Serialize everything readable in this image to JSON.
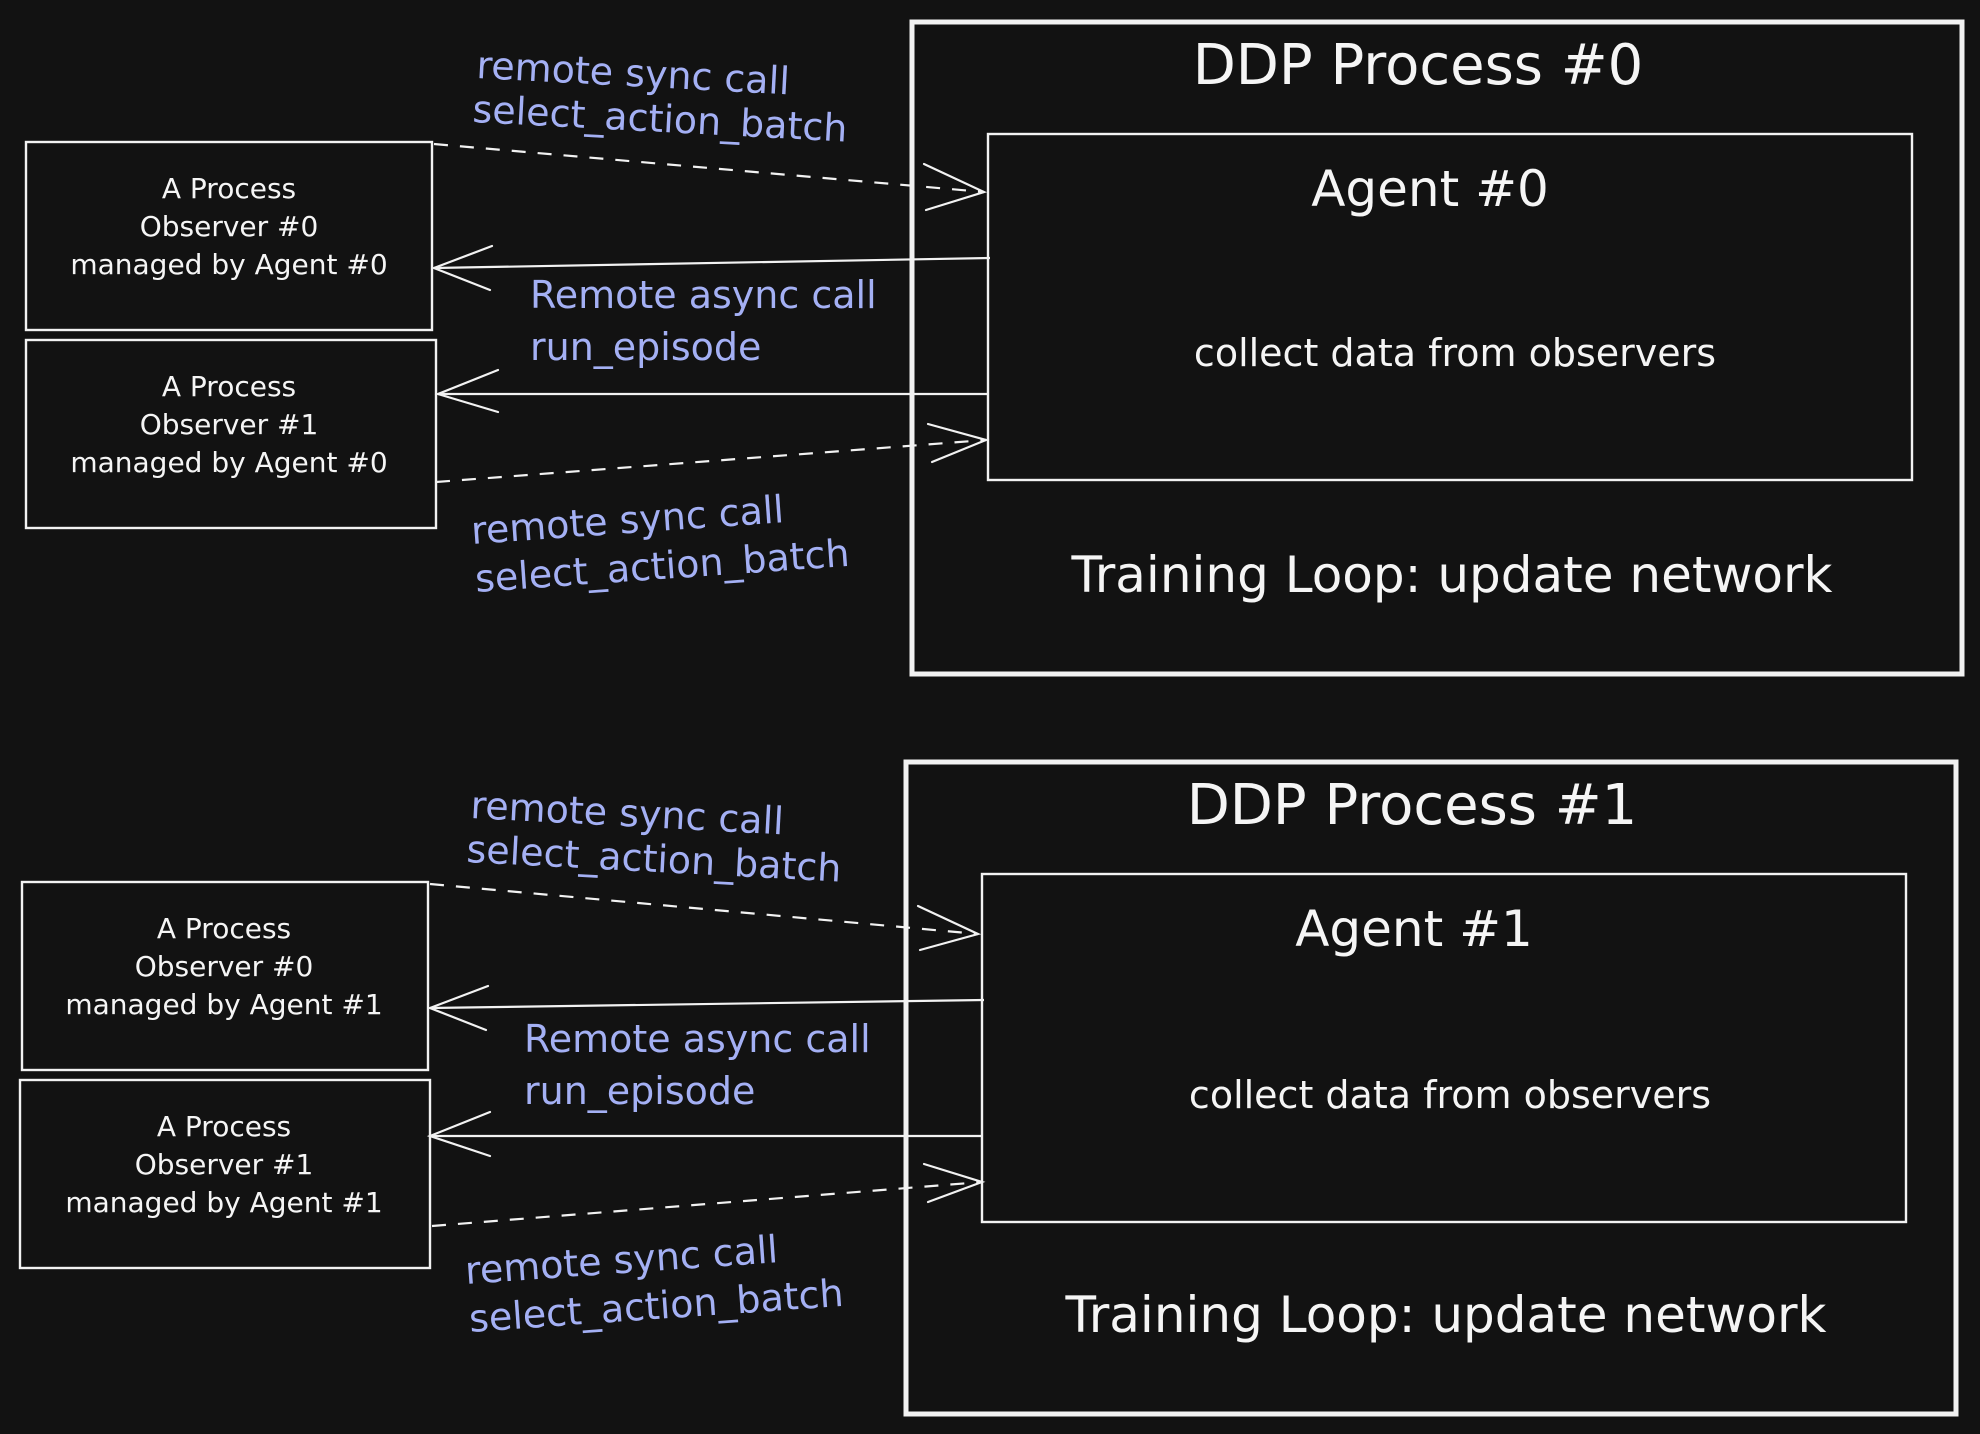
{
  "colors": {
    "background": "#121212",
    "stroke": "#f2f2f2",
    "label_blue": "#a4b0f4"
  },
  "groups": [
    {
      "process_title": "DDP Process #0",
      "agent_title": "Agent #0",
      "agent_body": "collect data from observers",
      "training_loop": "Training Loop: update network",
      "observers": [
        {
          "line1": "A Process",
          "line2": "Observer #0",
          "line3": "managed by Agent #0"
        },
        {
          "line1": "A Process",
          "line2": "Observer #1",
          "line3": "managed by Agent #0"
        }
      ],
      "sync_top": {
        "line1": "remote sync call",
        "line2": "select_action_batch"
      },
      "async_mid": {
        "line1": "Remote async call",
        "line2": "run_episode"
      },
      "sync_bottom": {
        "line1": "remote sync call",
        "line2": "select_action_batch"
      }
    },
    {
      "process_title": "DDP Process #1",
      "agent_title": "Agent #1",
      "agent_body": "collect data from observers",
      "training_loop": "Training Loop: update network",
      "observers": [
        {
          "line1": "A Process",
          "line2": "Observer #0",
          "line3": "managed by Agent #1"
        },
        {
          "line1": "A Process",
          "line2": "Observer #1",
          "line3": "managed by Agent #1"
        }
      ],
      "sync_top": {
        "line1": "remote sync call",
        "line2": "select_action_batch"
      },
      "async_mid": {
        "line1": "Remote async call",
        "line2": "run_episode"
      },
      "sync_bottom": {
        "line1": "remote sync call",
        "line2": "select_action_batch"
      }
    }
  ]
}
